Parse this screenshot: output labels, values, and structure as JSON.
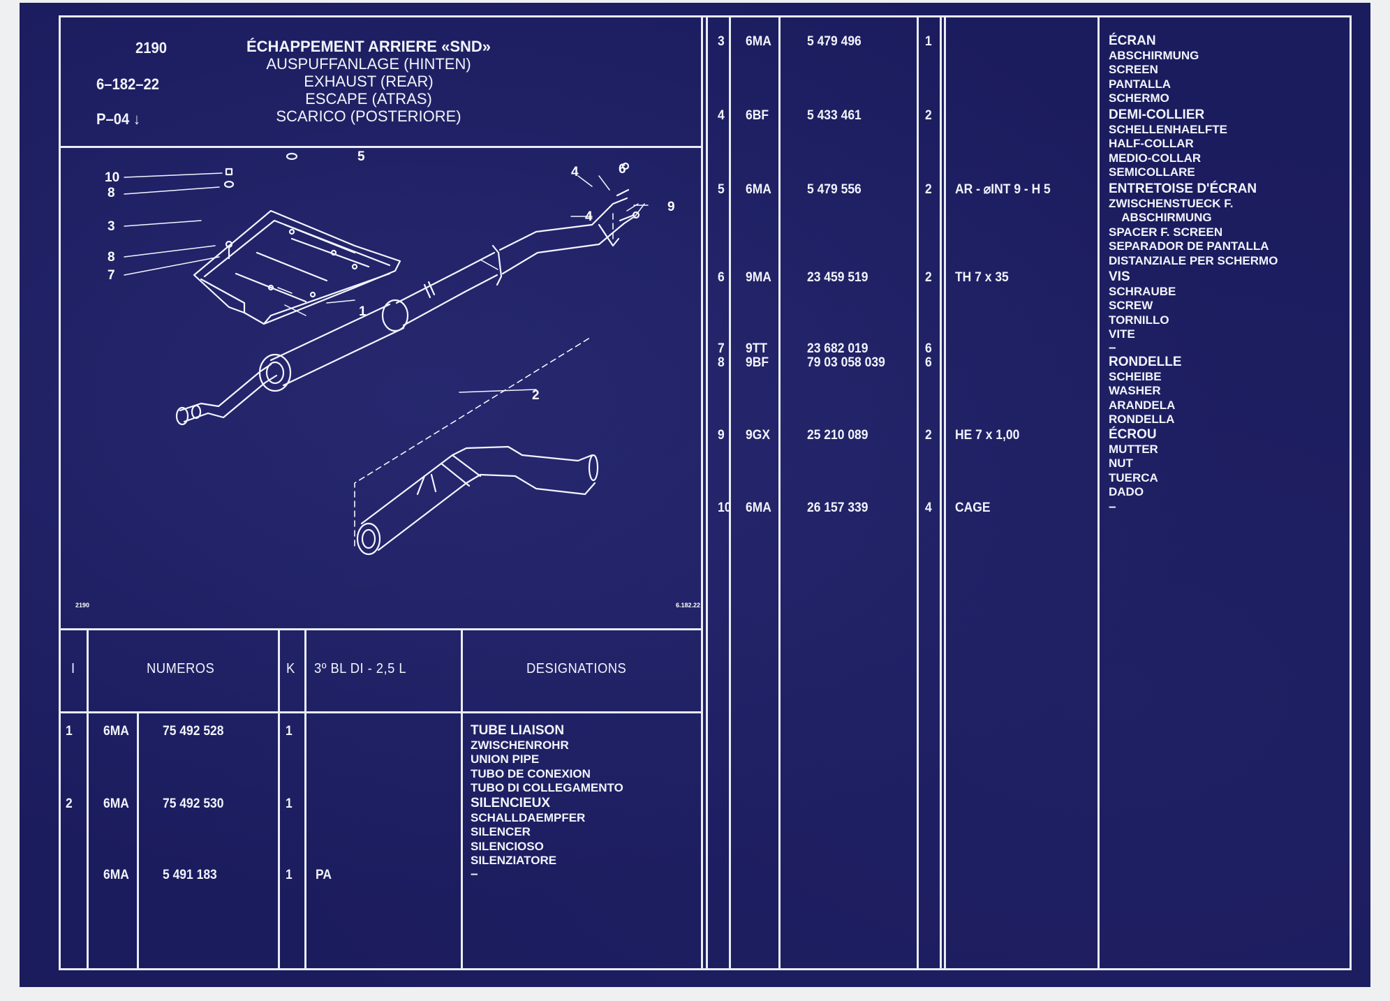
{
  "header": {
    "number": "2190",
    "ref": "6–182–22",
    "page": "P–04 ↓",
    "titles": [
      "ÉCHAPPEMENT ARRIERE «SND»",
      "AUSPUFFANLAGE (HINTEN)",
      "EXHAUST (REAR)",
      "ESCAPE (ATRAS)",
      "SCARICO (POSTERIORE)"
    ]
  },
  "drawing": {
    "code_left": "2190",
    "code_right": "6.182.22",
    "callouts": [
      "1",
      "2",
      "3",
      "4",
      "4",
      "5",
      "6",
      "7",
      "8",
      "8",
      "9",
      "10"
    ]
  },
  "columns": {
    "i": "I",
    "numeros": "NUMEROS",
    "k": "K",
    "variant": "3º BL  DI - 2,5 L",
    "designations": "DESIGNATIONS"
  },
  "left_rows": [
    {
      "i": "1",
      "code": "6MA",
      "num": "75  492  528",
      "k": "1",
      "note": "",
      "desc": [
        "TUBE LIAISON",
        "ZWISCHENROHR",
        "UNION PIPE",
        "TUBO DE CONEXION",
        "TUBO DI COLLEGAMENTO"
      ]
    },
    {
      "i": "2",
      "code": "6MA",
      "num": "75  492  530",
      "k": "1",
      "note": "",
      "desc": [
        "SILENCIEUX",
        "SCHALLDAEMPFER",
        "SILENCER",
        "SILENCIOSO",
        "SILENZIATORE"
      ]
    },
    {
      "i": "",
      "code": "6MA",
      "num": "5  491  183",
      "k": "1",
      "note": "PA",
      "desc": [
        "–"
      ]
    }
  ],
  "right_rows": [
    {
      "i": "3",
      "code": "6MA",
      "num": "5  479  496",
      "k": "1",
      "note": "",
      "desc": [
        "ÉCRAN",
        "ABSCHIRMUNG",
        "SCREEN",
        "PANTALLA",
        "SCHERMO"
      ]
    },
    {
      "i": "4",
      "code": "6BF",
      "num": "5  433  461",
      "k": "2",
      "note": "",
      "desc": [
        "DEMI-COLLIER",
        "SCHELLENHAELFTE",
        "HALF-COLLAR",
        "MEDIO-COLLAR",
        "SEMICOLLARE"
      ]
    },
    {
      "i": "5",
      "code": "6MA",
      "num": "5  479  556",
      "k": "2",
      "note": "AR - ⌀INT 9 - H 5",
      "desc": [
        "ENTRETOISE D'ÉCRAN",
        "ZWISCHENSTUECK F.",
        "    ABSCHIRMUNG",
        "SPACER F. SCREEN",
        "SEPARADOR DE PANTALLA",
        "DISTANZIALE PER SCHERMO"
      ]
    },
    {
      "i": "6",
      "code": "9MA",
      "num": "23  459  519",
      "k": "2",
      "note": "TH 7 x 35",
      "desc": [
        "VIS",
        "SCHRAUBE",
        "SCREW",
        "TORNILLO",
        "VITE"
      ]
    },
    {
      "i": "7",
      "code": "9TT",
      "num": "23  682  019",
      "k": "6",
      "note": "",
      "desc": [
        "–"
      ]
    },
    {
      "i": "8",
      "code": "9BF",
      "num": "79  03  058  039",
      "k": "6",
      "note": "",
      "desc": [
        "RONDELLE",
        "SCHEIBE",
        "WASHER",
        "ARANDELA",
        "RONDELLA"
      ]
    },
    {
      "i": "9",
      "code": "9GX",
      "num": "25  210  089",
      "k": "2",
      "note": "HE 7 x 1,00",
      "desc": [
        "ÉCROU",
        "MUTTER",
        "NUT",
        "TUERCA",
        "DADO"
      ]
    },
    {
      "i": "10",
      "code": "6MA",
      "num": "26  157  339",
      "k": "4",
      "note": "CAGE",
      "desc": [
        "–"
      ]
    }
  ]
}
